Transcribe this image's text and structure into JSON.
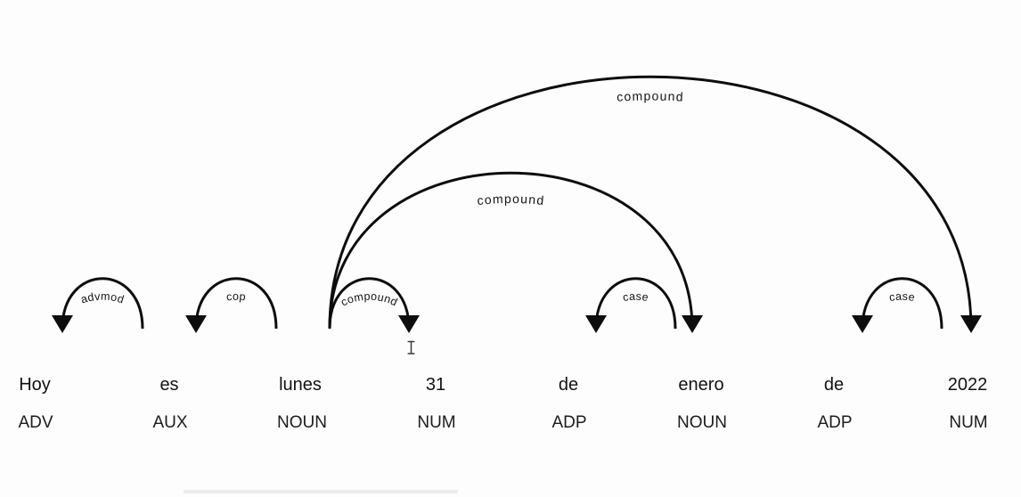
{
  "visualization": {
    "type": "dependency-parse",
    "sentence": "Hoy es lunes 31 de enero de 2022"
  },
  "tokens": [
    {
      "text": "Hoy",
      "tag": "ADV"
    },
    {
      "text": "es",
      "tag": "AUX"
    },
    {
      "text": "lunes",
      "tag": "NOUN"
    },
    {
      "text": "31",
      "tag": "NUM"
    },
    {
      "text": "de",
      "tag": "ADP"
    },
    {
      "text": "enero",
      "tag": "NOUN"
    },
    {
      "text": "de",
      "tag": "ADP"
    },
    {
      "text": "2022",
      "tag": "NUM"
    }
  ],
  "arcs": [
    {
      "label": "advmod",
      "from_token": 1,
      "to_token": 0,
      "direction": "left"
    },
    {
      "label": "cop",
      "from_token": 2,
      "to_token": 1,
      "direction": "left"
    },
    {
      "label": "compound",
      "from_token": 2,
      "to_token": 3,
      "direction": "right"
    },
    {
      "label": "case",
      "from_token": 5,
      "to_token": 4,
      "direction": "left"
    },
    {
      "label": "case",
      "from_token": 7,
      "to_token": 6,
      "direction": "left"
    },
    {
      "label": "compound",
      "from_token": 2,
      "to_token": 5,
      "direction": "right"
    },
    {
      "label": "compound",
      "from_token": 2,
      "to_token": 7,
      "direction": "right"
    }
  ],
  "colors": {
    "arc": "#0d0d0d",
    "label_text": "#141414",
    "word_text": "#121212",
    "tag_text": "#1c1c1c",
    "background": "#fdfdfd",
    "cursor": "#3a3a3a"
  }
}
